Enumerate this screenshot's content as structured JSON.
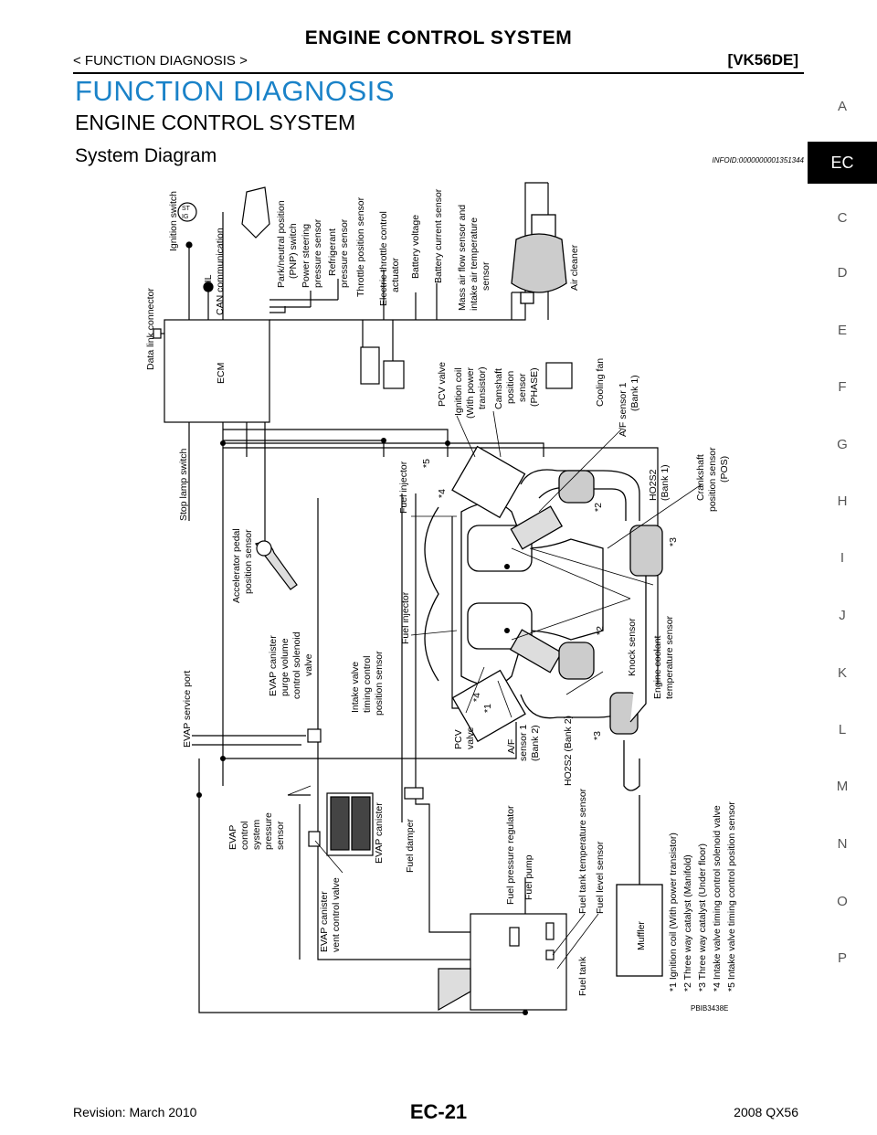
{
  "header": {
    "title": "ENGINE CONTROL SYSTEM",
    "section": "< FUNCTION DIAGNOSIS >",
    "model": "[VK56DE]"
  },
  "headings": {
    "h1": "FUNCTION DIAGNOSIS",
    "h2": "ENGINE CONTROL SYSTEM",
    "h3": "System Diagram",
    "info_id": "INFOID:0000000001351344"
  },
  "sidebar": {
    "items": [
      "A",
      "EC",
      "C",
      "D",
      "E",
      "F",
      "G",
      "H",
      "I",
      "J",
      "K",
      "L",
      "M",
      "N",
      "O",
      "P"
    ],
    "active": "EC"
  },
  "diagram": {
    "labels": {
      "ignition_switch": "Ignition switch",
      "mil": "MIL",
      "can": "CAN communication",
      "dlc": "Data link connector",
      "ecm": "ECM",
      "stop_lamp": "Stop lamp switch",
      "pnp_1": "Park/neutral position",
      "pnp_2": "(PNP) switch",
      "ps_1": "Power steering",
      "ps_2": "pressure sensor",
      "ref_1": "Refrigerant",
      "ref_2": "pressure sensor",
      "tps": "Throttle position sensor",
      "etc_1": "Electric throttle control",
      "etc_2": "actuator",
      "batt_v": "Battery voltage",
      "batt_c": "Battery current sensor",
      "maf_1": "Mass air flow sensor and",
      "maf_2": "intake air temperature",
      "maf_3": "sensor",
      "air_cleaner": "Air cleaner",
      "pcv_valve_top": "PCV valve",
      "ign_coil_1": "Ignition coil",
      "ign_coil_2": "(With power",
      "ign_coil_3": "transistor)",
      "cmp_1": "Camshaft",
      "cmp_2": "position",
      "cmp_3": "sensor",
      "cmp_4": "(PHASE)",
      "cooling_fan": "Cooling fan",
      "af1_1": "A/F sensor 1",
      "af1_2": "(Bank 1)",
      "ho2s2_b1_1": "HO2S2",
      "ho2s2_b1_2": "(Bank 1)",
      "ckp_1": "Crankshaft",
      "ckp_2": "position sensor",
      "ckp_3": "(POS)",
      "fuel_injector_top": "Fuel injector",
      "app_1": "Accelerator pedal",
      "app_2": "position sensor",
      "fuel_injector_bottom": "Fuel injector",
      "ivt_1": "Intake valve",
      "ivt_2": "timing control",
      "ivt_3": "position sensor",
      "evap_purge_1": "EVAP canister",
      "evap_purge_2": "purge volume",
      "evap_purge_3": "control solenoid",
      "evap_purge_4": "valve",
      "evap_service": "EVAP service port",
      "knock": "Knock sensor",
      "ect_1": "Engine coolant",
      "ect_2": "temperature sensor",
      "pcv_valve_1": "PCV",
      "pcv_valve_2": "valve",
      "af_b2_1": "A/F",
      "af_b2_2": "sensor 1",
      "af_b2_3": "(Bank 2)",
      "ho2s2_b2": "HO2S2 (Bank 2)",
      "evap_ps_1": "EVAP",
      "evap_ps_2": "control",
      "evap_ps_3": "system",
      "evap_ps_4": "pressure",
      "evap_ps_5": "sensor",
      "evap_canister": "EVAP canister",
      "evap_vent_1": "EVAP canister",
      "evap_vent_2": "vent control valve",
      "fuel_damper": "Fuel damper",
      "fuel_reg": "Fuel pressure regulator",
      "fuel_pump": "Fuel pump",
      "fuel_tank_temp": "Fuel tank temperature sensor",
      "fuel_level": "Fuel level sensor",
      "fuel_tank": "Fuel tank",
      "muffler": "Muffler",
      "mark_5": "*5",
      "mark_4a": "*4",
      "mark_2a": "*2",
      "mark_3a": "*3",
      "mark_2b": "*2",
      "mark_4b": "*4",
      "mark_1": "*1",
      "mark_3b": "*3",
      "ign_s": "ST",
      "ign_o": "IG"
    },
    "notes": [
      "*1  Ignition coil (With power transistor)",
      "*2  Three way catalyst (Manifold)",
      "*3  Three way catalyst (Under floor)",
      "*4  Intake valve timing control solenoid valve",
      "*5  Intake valve timing control position sensor"
    ],
    "picture_id": "PBIB3438E"
  },
  "footer": {
    "revision": "Revision: March 2010",
    "page": "EC-21",
    "model": "2008 QX56"
  }
}
